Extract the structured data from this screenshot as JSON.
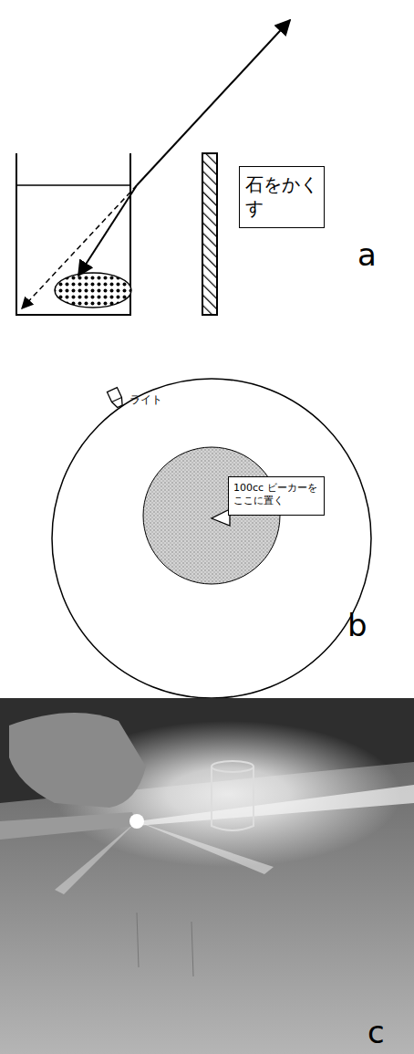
{
  "diagram": {
    "nodes": [
      {
        "text": [
          "石をかくす"
        ]
      },
      {
        "text": [
          "100cc ビーカーをここに置く"
        ]
      }
    ],
    "labels": [
      "a",
      "ライト",
      "b",
      "c"
    ]
  }
}
